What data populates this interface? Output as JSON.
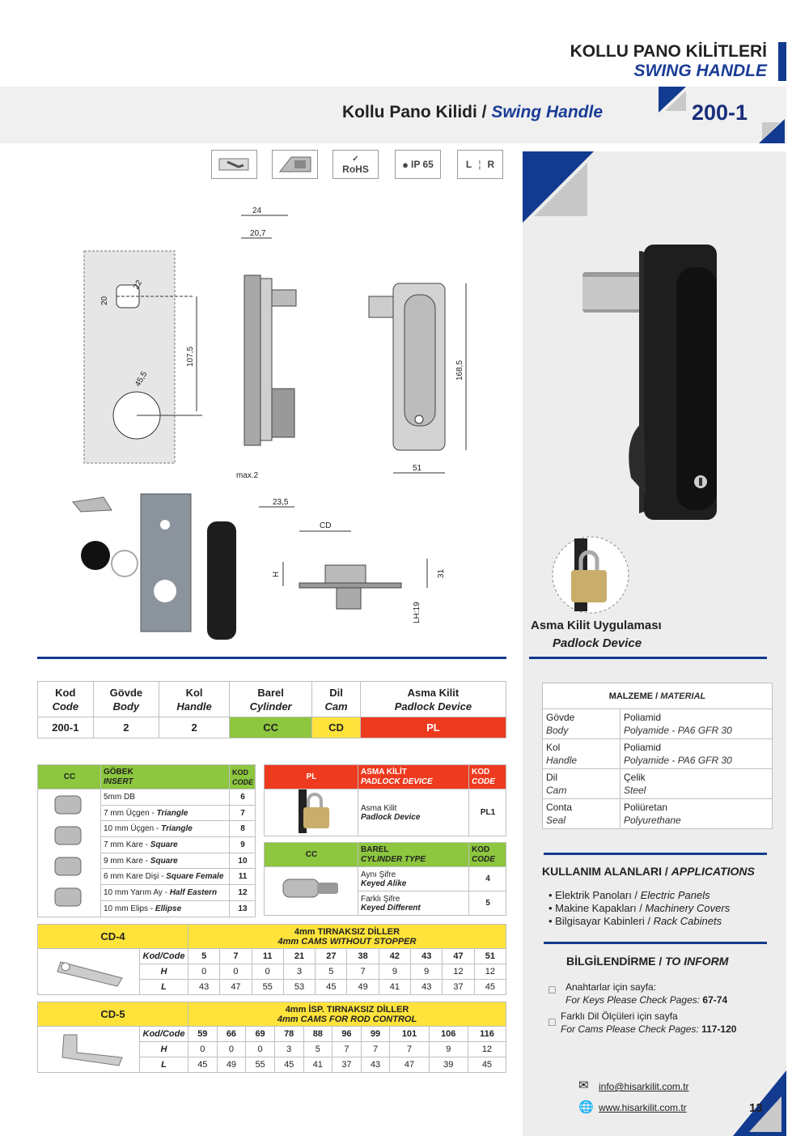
{
  "header": {
    "title_tr": "KOLLU PANO KİLİTLERİ",
    "title_en": "SWING HANDLE",
    "subtitle_tr": "Kollu Pano Kilidi /",
    "subtitle_en": "Swing Handle",
    "code": "200-1"
  },
  "feature_icons": [
    "handle-icon",
    "profile-icon",
    "rohs-icon",
    "ip65-icon",
    "left-right-icon"
  ],
  "icon_text": {
    "rohs": "RoHS",
    "ip": "IP 65",
    "l": "L",
    "r": "R"
  },
  "dims": {
    "d24": "24",
    "d207": "20,7",
    "d22": "22",
    "d20": "20",
    "d1075": "107,5",
    "d455": "45,5",
    "d1685": "168,5",
    "d51": "51",
    "max2": "max.2",
    "d235": "23,5",
    "cd": "CD",
    "h": "H",
    "d31": "31",
    "lh19": "LH:19"
  },
  "padlock_caption": {
    "tr": "Asma Kilit Uygulaması",
    "en": "Padlock Device"
  },
  "main_table": {
    "headers": [
      {
        "tr": "Kod",
        "en": "Code"
      },
      {
        "tr": "Gövde",
        "en": "Body"
      },
      {
        "tr": "Kol",
        "en": "Handle"
      },
      {
        "tr": "Barel",
        "en": "Cylinder"
      },
      {
        "tr": "Dil",
        "en": "Cam"
      },
      {
        "tr": "Asma Kilit",
        "en": "Padlock Device"
      }
    ],
    "row": [
      "200-1",
      "2",
      "2",
      "CC",
      "CD",
      "PL"
    ]
  },
  "cc_table": {
    "label": "CC",
    "h1": "GÖBEK",
    "h2": "INSERT",
    "k1": "KOD",
    "k2": "CODE",
    "rows": [
      {
        "tr": "5mm DB",
        "en": "",
        "code": "6"
      },
      {
        "tr": "7 mm Üçgen - ",
        "en": "Triangle",
        "code": "7"
      },
      {
        "tr": "10 mm Üçgen - ",
        "en": "Triangle",
        "code": "8"
      },
      {
        "tr": "7 mm Kare - ",
        "en": "Square",
        "code": "9"
      },
      {
        "tr": "9 mm Kare - ",
        "en": "Square",
        "code": "10"
      },
      {
        "tr": "6 mm Kare Dişi - ",
        "en": "Square Female",
        "code": "11"
      },
      {
        "tr": "10 mm Yarım Ay  - ",
        "en": "Half Eastern",
        "code": "12"
      },
      {
        "tr": "10 mm Elips - ",
        "en": "Ellipse",
        "code": "13"
      }
    ]
  },
  "pl_table": {
    "label": "PL",
    "h1": "ASMA KİLİT",
    "h2": "PADLOCK DEVICE",
    "k1": "KOD",
    "k2": "CODE",
    "row_tr": "Asma Kilit",
    "row_en": "Padlock Device",
    "code": "PL1"
  },
  "cyl_table": {
    "label": "CC",
    "h1": "BAREL",
    "h2": "CYLINDER TYPE",
    "k1": "KOD",
    "k2": "CODE",
    "rows": [
      {
        "tr": "Aynı Şifre",
        "en": "Keyed Alike",
        "code": "4"
      },
      {
        "tr": "Farklı Şifre",
        "en": "Keyed Different",
        "code": "5"
      }
    ]
  },
  "cd4": {
    "label": "CD-4",
    "h1": "4mm TIRNAKSIZ DİLLER",
    "h2": "4mm CAMS WITHOUT STOPPER",
    "rows": [
      {
        "label": "Kod/Code",
        "values": [
          "5",
          "7",
          "11",
          "21",
          "27",
          "38",
          "42",
          "43",
          "47",
          "51"
        ]
      },
      {
        "label": "H",
        "values": [
          "0",
          "0",
          "0",
          "3",
          "5",
          "7",
          "9",
          "9",
          "12",
          "12"
        ]
      },
      {
        "label": "L",
        "values": [
          "43",
          "47",
          "55",
          "53",
          "45",
          "49",
          "41",
          "43",
          "37",
          "45"
        ]
      }
    ]
  },
  "cd5": {
    "label": "CD-5",
    "h1": "4mm İSP. TIRNAKSIZ DİLLER",
    "h2": "4mm CAMS FOR ROD CONTROL",
    "rows": [
      {
        "label": "Kod/Code",
        "values": [
          "59",
          "66",
          "69",
          "78",
          "88",
          "96",
          "99",
          "101",
          "106",
          "116"
        ]
      },
      {
        "label": "H",
        "values": [
          "0",
          "0",
          "0",
          "3",
          "5",
          "7",
          "7",
          "7",
          "9",
          "12"
        ]
      },
      {
        "label": "L",
        "values": [
          "45",
          "49",
          "55",
          "45",
          "41",
          "37",
          "43",
          "47",
          "39",
          "45"
        ]
      }
    ]
  },
  "material": {
    "title_tr": "MALZEME / ",
    "title_en": "MATERIAL",
    "rows": [
      {
        "tr": "Gövde",
        "en": "Body",
        "m_tr": "Poliamid",
        "m_en": "Polyamide - PA6 GFR 30"
      },
      {
        "tr": "Kol",
        "en": "Handle",
        "m_tr": "Poliamid",
        "m_en": "Polyamide - PA6 GFR 30"
      },
      {
        "tr": "Dil",
        "en": "Cam",
        "m_tr": "Çelik",
        "m_en": "Steel"
      },
      {
        "tr": "Conta",
        "en": "Seal",
        "m_tr": "Poliüretan",
        "m_en": "Polyurethane"
      }
    ]
  },
  "applications": {
    "title_tr": "KULLANIM ALANLARI / ",
    "title_en": "APPLICATIONS",
    "items": [
      {
        "tr": "• Elektrik Panoları / ",
        "en": "Electric Panels"
      },
      {
        "tr": "• Makine Kapakları / ",
        "en": "Machinery Covers"
      },
      {
        "tr": "• Bilgisayar Kabinleri / ",
        "en": "Rack Cabinets"
      }
    ]
  },
  "info": {
    "title_tr": "BİLGİLENDİRME / ",
    "title_en": "TO INFORM",
    "l1_tr": "Anahtarlar için sayfa:",
    "l1_en": "For Keys Please Check Pages: ",
    "l1_pages": "67-74",
    "l2_tr": "Farklı Dil Ölçüleri için sayfa",
    "l2_en": "For Cams Please Check Pages: ",
    "l2_pages": "117-120"
  },
  "footer": {
    "email": "info@hisarkilit.com.tr",
    "web": "www.hisarkilit.com.tr",
    "page": "13"
  }
}
